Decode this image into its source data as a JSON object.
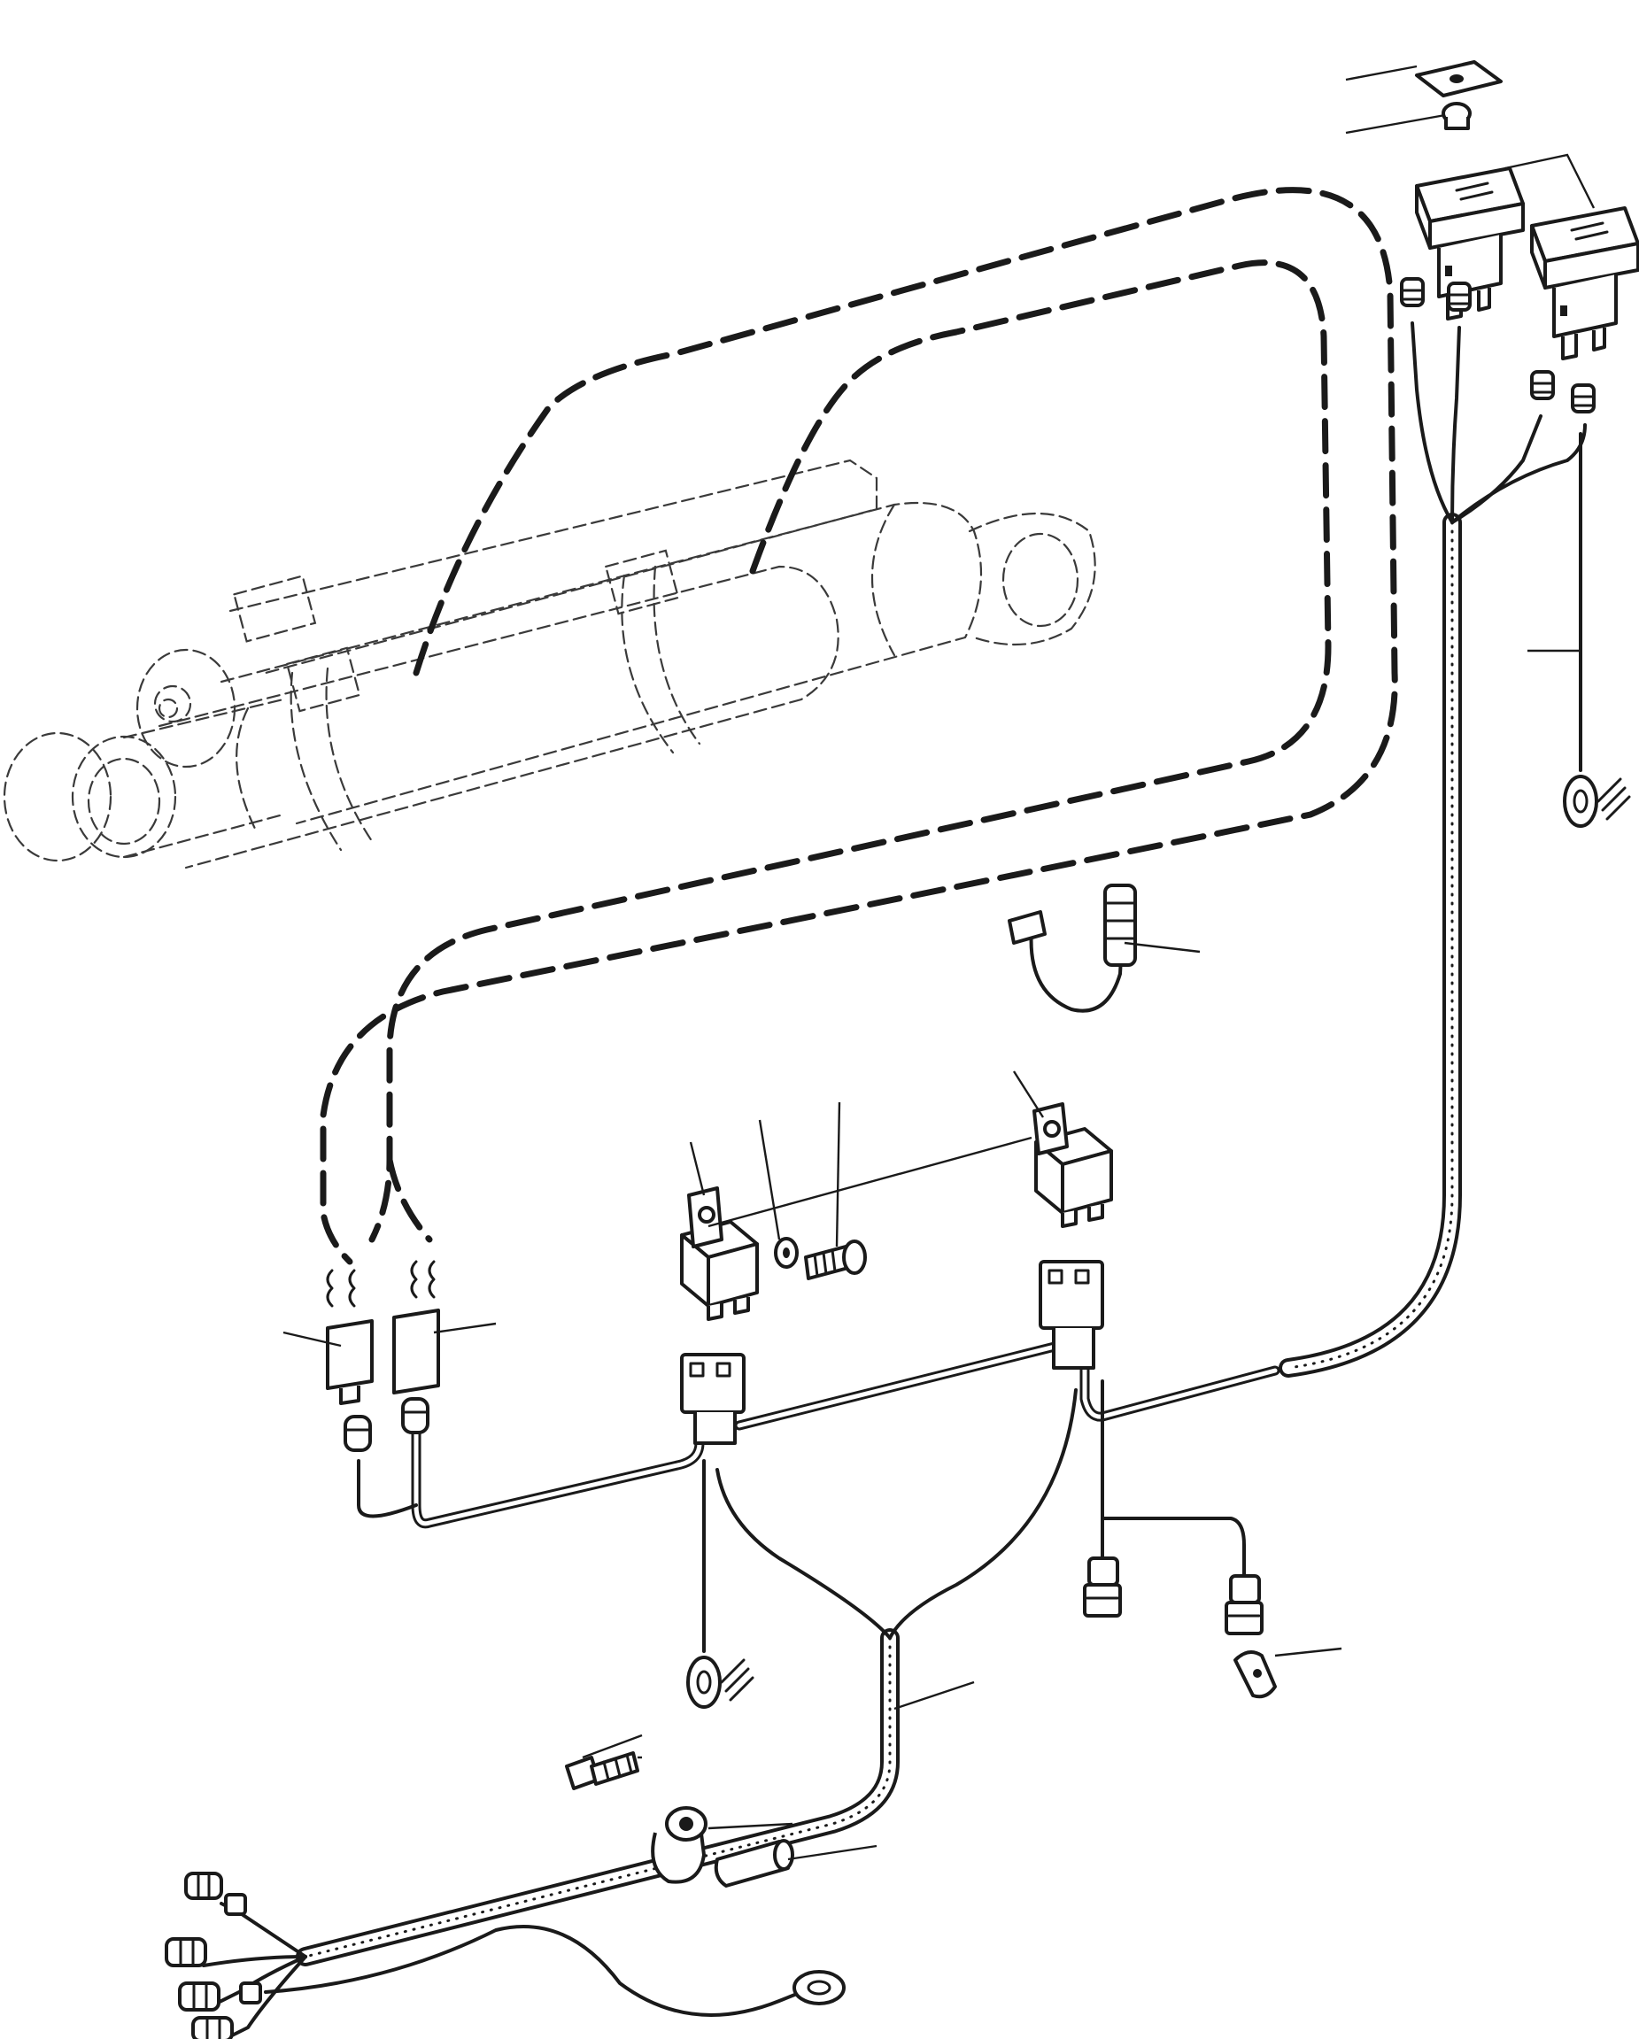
{
  "diagram": {
    "kind": "exploded parts view, wiring harness",
    "callout_labels": [],
    "components": [
      "hydraulic-cylinder-ghost",
      "rocker-switch",
      "switch-cap",
      "switch-nut",
      "relay",
      "relay-bracket",
      "washer",
      "screw",
      "main-harness",
      "switch-harness",
      "ground-eyelet",
      "p-clip",
      "sleeve",
      "connector",
      "sensor-connector",
      "routing-clamp"
    ]
  }
}
